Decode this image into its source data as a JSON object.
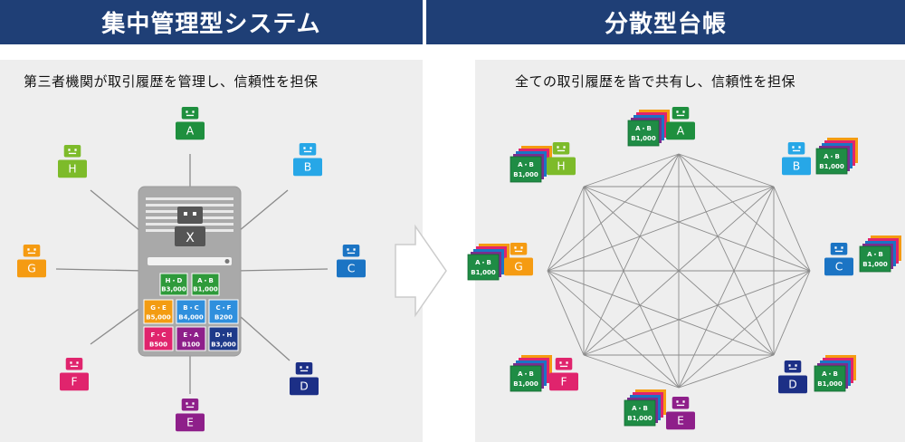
{
  "left": {
    "header": "集中管理型システム",
    "subtitle": "第三者機関が取引履歴を管理し、信頼性を担保",
    "center_node": "X",
    "ledger_entries": [
      {
        "label": "H・D",
        "amount": "B3,000",
        "color": "#2e9a3a"
      },
      {
        "label": "A・B",
        "amount": "B1,000",
        "color": "#2e9a3a"
      },
      {
        "label": "G・E",
        "amount": "B5,000",
        "color": "#f39c12"
      },
      {
        "label": "B・C",
        "amount": "B4,000",
        "color": "#2f8fdd"
      },
      {
        "label": "C・F",
        "amount": "B200",
        "color": "#2f8fdd"
      },
      {
        "label": "F・C",
        "amount": "B500",
        "color": "#e0246d"
      },
      {
        "label": "E・A",
        "amount": "B100",
        "color": "#8e1f8a"
      },
      {
        "label": "D・H",
        "amount": "B3,000",
        "color": "#1e3a8a"
      }
    ]
  },
  "right": {
    "header": "分散型台帳",
    "subtitle": "全ての取引履歴を皆で共有し、信頼性を担保",
    "ledger_label": "A・B",
    "ledger_amount": "B1,000"
  },
  "nodes": [
    {
      "id": "A",
      "color": "#1e8f3e"
    },
    {
      "id": "B",
      "color": "#27a7e7"
    },
    {
      "id": "C",
      "color": "#1b74c4"
    },
    {
      "id": "D",
      "color": "#1c2f86"
    },
    {
      "id": "E",
      "color": "#8e1f8a"
    },
    {
      "id": "F",
      "color": "#e0246d"
    },
    {
      "id": "G",
      "color": "#f59b12"
    },
    {
      "id": "H",
      "color": "#7dbb2a"
    }
  ],
  "colors": {
    "header_bg": "#1f3f76",
    "panel_bg": "#eeeeee",
    "server_bg": "#a9a9a9",
    "ledger_green": "#1f8c45",
    "arrow_fill": "#ffffff"
  }
}
